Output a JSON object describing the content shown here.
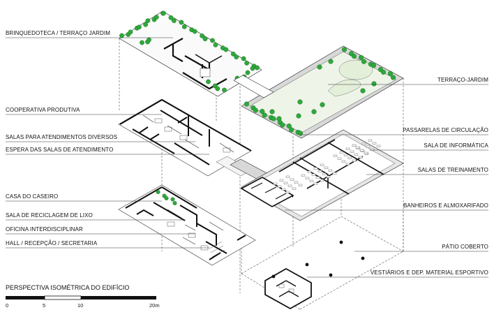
{
  "labels_left": [
    "BRINQUEDOTECA / TERRAÇO JARDIM",
    "COOPERATIVA PRODUTIVA",
    "SALAS PARA ATENDIMENTOS DIVERSOS",
    "ESPERA DAS SALAS DE ATENDIMENTO",
    "CASA DO CASEIRO",
    "SALA DE RECICLAGEM DE LIXO",
    "OFICINA INTERDISCIPLINAR",
    "HALL / RECEPÇÃO / SECRETARIA"
  ],
  "labels_right": [
    "TERRAÇO-JARDIM",
    "PASSARELAS DE CIRCULAÇÃO",
    "SALA DE INFORMÁTICA",
    "SALAS DE TREINAMENTO",
    "BANHEIROS E ALMOXARIFADO",
    "PÁTIO COBERTO",
    "VESTIÁRIOS E DEP. MATERIAL ESPORTIVO"
  ],
  "scale": {
    "title": "PERSPECTIVA ISOMÉTRICA DO EDIFÍCIO",
    "ticks": [
      "0",
      "5",
      "10",
      "20m"
    ]
  },
  "colors": {
    "line": "#111111",
    "green": "#2ea83a",
    "green_light": "#e6f2dc",
    "grey_band": "#d8d8d8",
    "dash": "#555555"
  }
}
